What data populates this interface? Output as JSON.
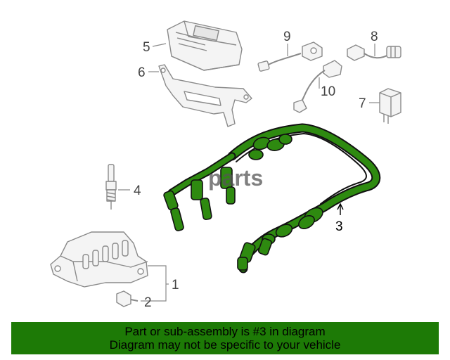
{
  "diagram": {
    "watermark": "parts",
    "colors": {
      "highlight_fill": "#2e8a10",
      "highlight_stroke": "#111111",
      "part_stroke": "#8a8a8a",
      "part_fill": "#f2f2f2",
      "callout_text": "#444444"
    },
    "callouts": [
      {
        "id": "1",
        "label": "1"
      },
      {
        "id": "2",
        "label": "2"
      },
      {
        "id": "3",
        "label": "3"
      },
      {
        "id": "4",
        "label": "4"
      },
      {
        "id": "5",
        "label": "5"
      },
      {
        "id": "6",
        "label": "6"
      },
      {
        "id": "7",
        "label": "7"
      },
      {
        "id": "8",
        "label": "8"
      },
      {
        "id": "9",
        "label": "9"
      },
      {
        "id": "10",
        "label": "10"
      }
    ]
  },
  "banner": {
    "line1": "Part or sub-assembly is #3 in diagram",
    "line2": "Diagram may not be specific to your vehicle",
    "background": "#1d7a06"
  }
}
